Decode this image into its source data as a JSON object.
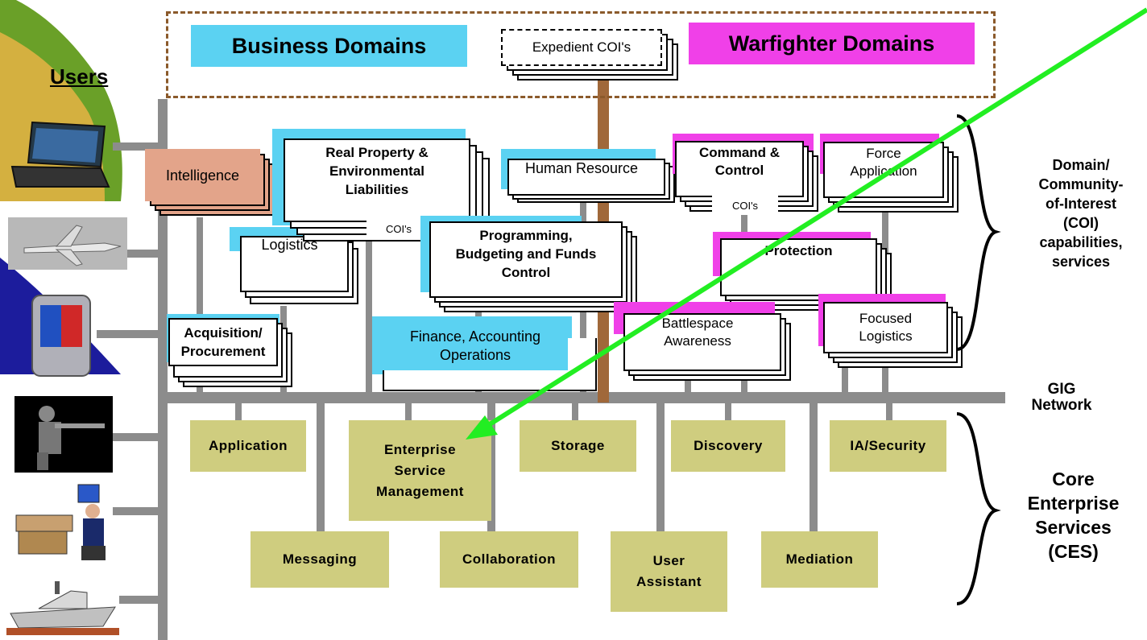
{
  "header": {
    "business_domains": "Business Domains",
    "warfighter_domains": "Warfighter Domains",
    "expedient_cois": "Expedient COI's",
    "users": "Users"
  },
  "domains": {
    "intelligence": "Intelligence",
    "real_property": "Real Property &\nEnvironmental\nLiabilities",
    "human_resource": "Human Resource",
    "command_control": "Command &\nControl",
    "force_application": "Force\nApplication",
    "logistics": "Logistics",
    "programming": "Programming,\nBudgeting and Funds\nControl",
    "protection": "Protection",
    "acquisition": "Acquisition/\nProcurement",
    "finance": "Finance, Accounting\nOperations",
    "battlespace": "Battlespace\nAwareness",
    "focused_logistics": "Focused\nLogistics",
    "coi_left": "COI's",
    "coi_right": "COI's"
  },
  "ces": {
    "application": "Application",
    "esm": "Enterprise\nService\nManagement",
    "storage": "Storage",
    "discovery": "Discovery",
    "ia_security": "IA/Security",
    "messaging": "Messaging",
    "collaboration": "Collaboration",
    "user_assistant": "User\nAssistant",
    "mediation": "Mediation"
  },
  "labels": {
    "coi_capabilities": "Domain/\nCommunity-\nof-Interest\n(COI)\ncapabilities,\nservices",
    "gig_network": "GIG\nNetwork",
    "core_services": "Core\nEnterprise\nServices\n(CES)"
  },
  "colors": {
    "business": "#5bd2f2",
    "warfighter": "#f040e8",
    "intelligence": "#e3a48a",
    "ces_box": "#cfcd7f",
    "network": "#8c8c8c",
    "trunk": "#a0683a",
    "arrow": "#22ee22"
  }
}
